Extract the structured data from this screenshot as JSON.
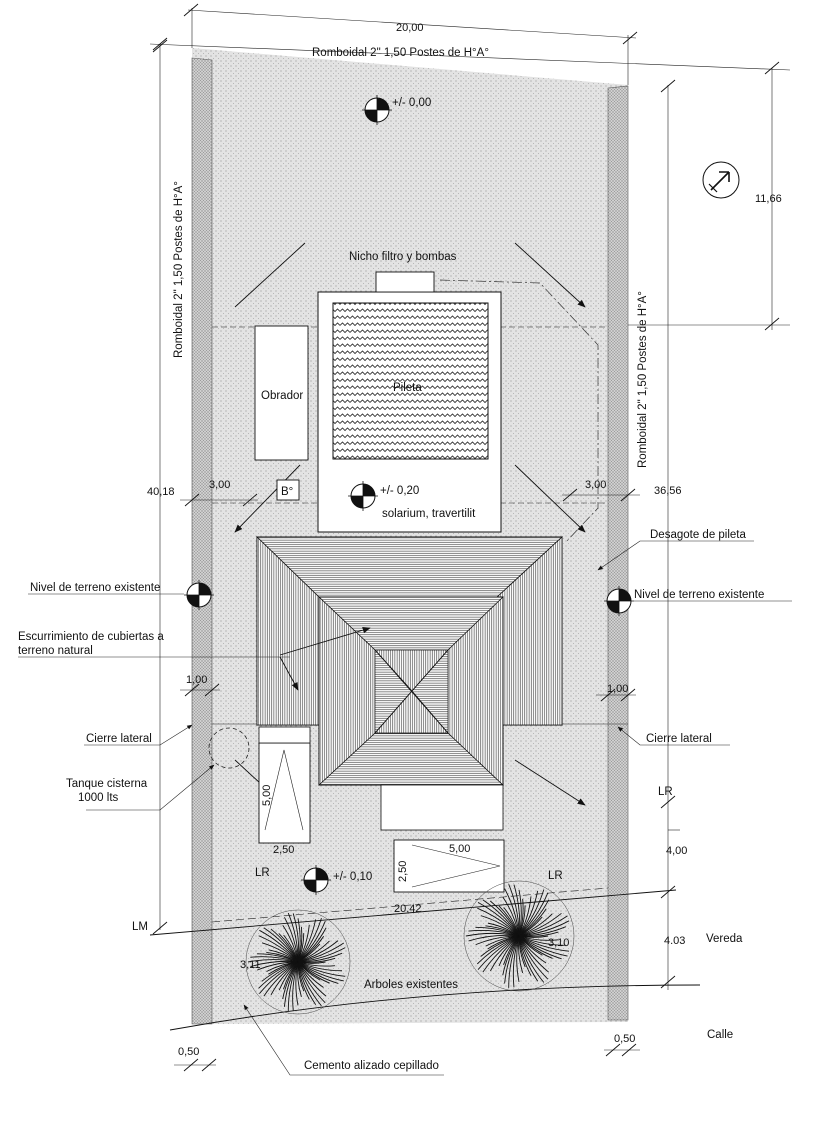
{
  "labels": {
    "boundary_top": "Romboidal 2\" 1,50 Postes de H°A°",
    "boundary_left": "Romboidal 2\" 1,50 Postes de H°A°",
    "boundary_right": "Romboidal 2\" 1,50 Postes de H°A°",
    "nicho": "Nicho filtro y bombas",
    "pileta": "Pileta",
    "obrador": "Obrador",
    "bano": "B°",
    "solarium": "solarium, travertilit",
    "desagote": "Desagote de pileta",
    "nivel_left": "Nivel de terreno existente",
    "nivel_right": "Nivel de terreno existente",
    "escurrimiento_1": "Escurrimiento de cubiertas a",
    "escurrimiento_2": "terreno natural",
    "cierre_left": "Cierre lateral",
    "cierre_right": "Cierre lateral",
    "tanque_1": "Tanque cisterna",
    "tanque_2": "1000 lts",
    "lr_left": "LR",
    "lr_mid": "LR",
    "lr_right": "LR",
    "lm": "LM",
    "vereda": "Vereda",
    "arboles": "Arboles existentes",
    "calle": "Calle",
    "cemento": "Cemento alizado cepillado"
  },
  "levels": {
    "top": "+/- 0,00",
    "solarium": "+/- 0,20",
    "garage": "+/- 0,10"
  },
  "dimensions": {
    "width_top": "20,00",
    "right_segment": "11,66",
    "left_total": "40,18",
    "right_total": "36,56",
    "setback_left": "3,00",
    "setback_right": "3,00",
    "side_left": "1,00",
    "side_right": "1,00",
    "parking_length": "5,00",
    "parking_width": "2,50",
    "parking2_length": "5,00",
    "parking2_width": "2,50",
    "front_width": "20,42",
    "front_depth": "4,00",
    "sidewalk": "4.03",
    "tree_left": "3,11",
    "tree_right": "3,10",
    "bottom_left": "0,50",
    "bottom_right": "0,50"
  }
}
